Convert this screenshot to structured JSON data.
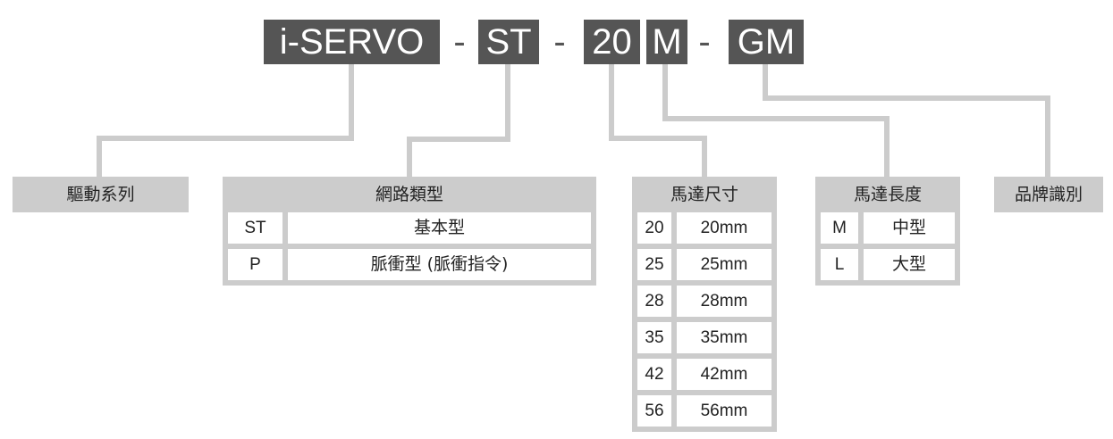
{
  "code": {
    "parts": [
      "i-SERVO",
      "ST",
      "20",
      "M",
      "GM"
    ],
    "separator": "-"
  },
  "groups": {
    "series": {
      "title": "驅動系列"
    },
    "network": {
      "title": "網路類型",
      "rows": [
        {
          "code": "ST",
          "desc": "基本型"
        },
        {
          "code": "P",
          "desc": "脈衝型 (脈衝指令)"
        }
      ]
    },
    "size": {
      "title": "馬達尺寸",
      "rows": [
        {
          "code": "20",
          "desc": "20mm"
        },
        {
          "code": "25",
          "desc": "25mm"
        },
        {
          "code": "28",
          "desc": "28mm"
        },
        {
          "code": "35",
          "desc": "35mm"
        },
        {
          "code": "42",
          "desc": "42mm"
        },
        {
          "code": "56",
          "desc": "56mm"
        }
      ]
    },
    "length": {
      "title": "馬達長度",
      "rows": [
        {
          "code": "M",
          "desc": "中型"
        },
        {
          "code": "L",
          "desc": "大型"
        }
      ]
    },
    "brand": {
      "title": "品牌識別"
    }
  },
  "colors": {
    "code_bg": "#555555",
    "panel": "#cccccc",
    "connector": "#cccccc"
  }
}
